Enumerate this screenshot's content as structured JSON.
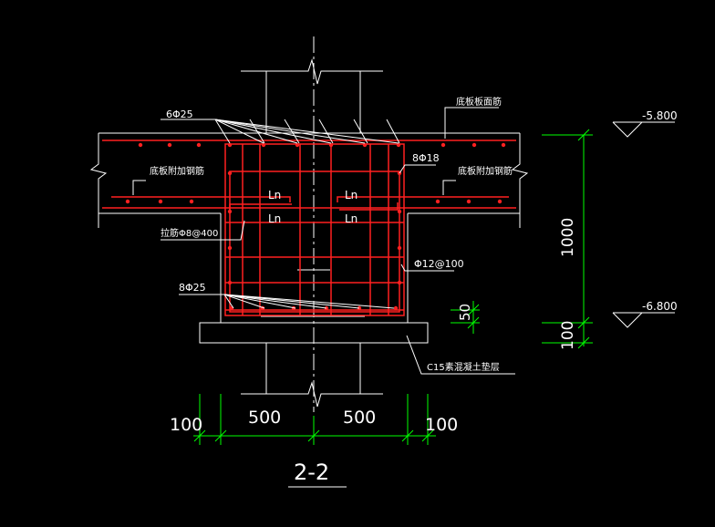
{
  "drawing": {
    "section_title": "2-2",
    "labels": {
      "top_bars": "6Φ25",
      "slab_top_rebar": "底板板面筋",
      "slab_added_rebar_left": "底板附加钢筋",
      "slab_added_rebar_right": "底板附加钢筋",
      "side_bars": "8Φ18",
      "lap_length_1": "Ln",
      "lap_length_2": "Ln",
      "lap_length_3": "Ln",
      "lap_length_4": "Ln",
      "tie_bars": "拉筋Φ8@400",
      "stirrups": "Φ12@100",
      "bottom_bars": "8Φ25",
      "bedding": "C15素混凝土垫层"
    },
    "elevations": {
      "top": "-5.800",
      "bottom": "-6.800"
    },
    "dimensions": {
      "depth": "1000",
      "bedding_thickness": "100",
      "cover": "50",
      "left_offset": "100",
      "left_half": "500",
      "right_half": "500",
      "right_offset": "100"
    },
    "colors": {
      "background": "#000000",
      "outline": "#ffffff",
      "rebar": "#ff2020",
      "dimension": "#00ff00"
    }
  }
}
